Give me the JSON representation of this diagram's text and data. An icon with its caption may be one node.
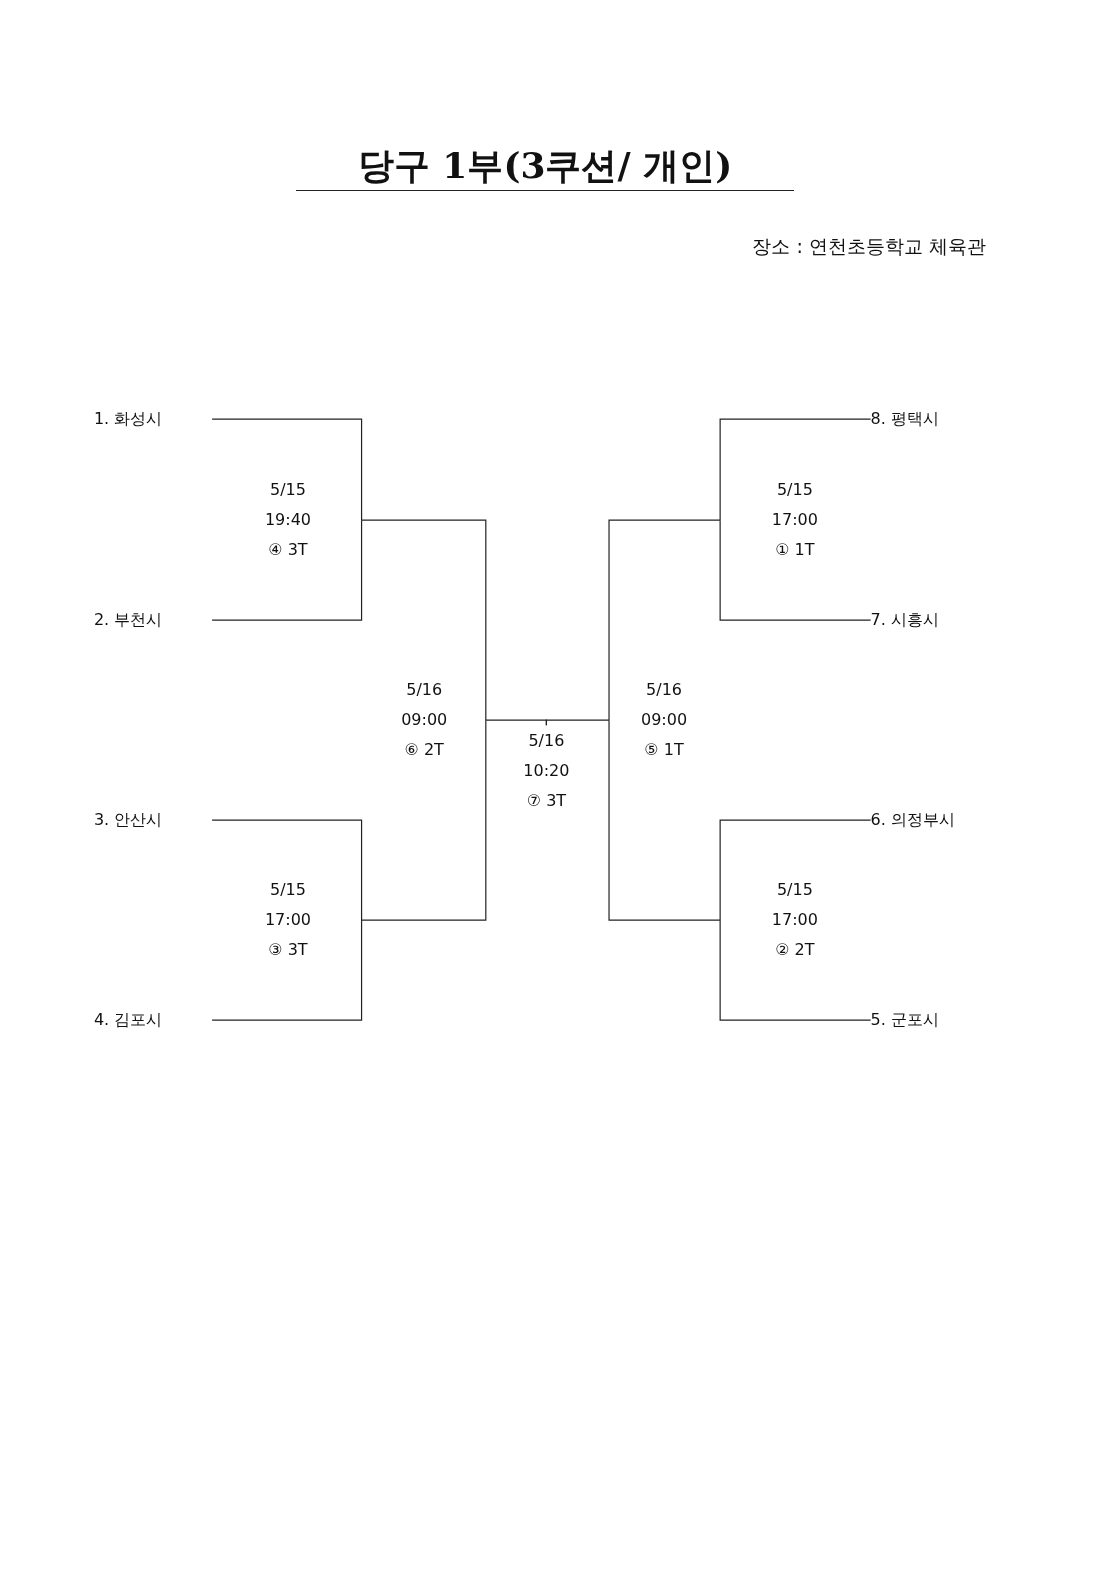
{
  "diagram": {
    "title": "당구 1부(3쿠션/ 개인)",
    "nodes": [
      {
        "text": [
          "1. 화성시"
        ]
      },
      {
        "text": [
          "8. 평택시"
        ]
      },
      {
        "text": [
          "5/15",
          "19:40",
          "④ 3T"
        ]
      },
      {
        "text": [
          "5/15",
          "17:00",
          "① 1T"
        ]
      },
      {
        "text": [
          "2. 부천시"
        ]
      },
      {
        "text": [
          "7. 시흥시"
        ]
      },
      {
        "text": [
          "5/16",
          "09:00",
          "⑥ 2T"
        ]
      },
      {
        "text": [
          "5/16",
          "09:00",
          "⑤ 1T"
        ]
      },
      {
        "text": [
          "5/16",
          "10:20",
          "⑦ 3T"
        ]
      },
      {
        "text": [
          "3. 안산시"
        ]
      },
      {
        "text": [
          "6. 의정부시"
        ]
      },
      {
        "text": [
          "5/15",
          "17:00",
          "③ 3T"
        ]
      },
      {
        "text": [
          "5/15",
          "17:00",
          "② 2T"
        ]
      },
      {
        "text": [
          "4. 김포시"
        ]
      },
      {
        "text": [
          "5. 군포시"
        ]
      }
    ],
    "edges": [
      {
        "from": 0,
        "to": 2,
        "arrow": "none"
      },
      {
        "from": 4,
        "to": 2,
        "arrow": "none"
      },
      {
        "from": 1,
        "to": 3,
        "arrow": "none"
      },
      {
        "from": 5,
        "to": 3,
        "arrow": "none"
      },
      {
        "from": 9,
        "to": 11,
        "arrow": "none"
      },
      {
        "from": 13,
        "to": 11,
        "arrow": "none"
      },
      {
        "from": 10,
        "to": 12,
        "arrow": "none"
      },
      {
        "from": 14,
        "to": 12,
        "arrow": "none"
      },
      {
        "from": 2,
        "to": 6,
        "arrow": "none"
      },
      {
        "from": 11,
        "to": 6,
        "arrow": "none"
      },
      {
        "from": 3,
        "to": 7,
        "arrow": "none"
      },
      {
        "from": 12,
        "to": 7,
        "arrow": "none"
      },
      {
        "from": 6,
        "to": 8,
        "arrow": "none"
      },
      {
        "from": 7,
        "to": 8,
        "arrow": "none"
      }
    ],
    "labels": [
      "장소 : 연천초등학교 체육관"
    ]
  }
}
